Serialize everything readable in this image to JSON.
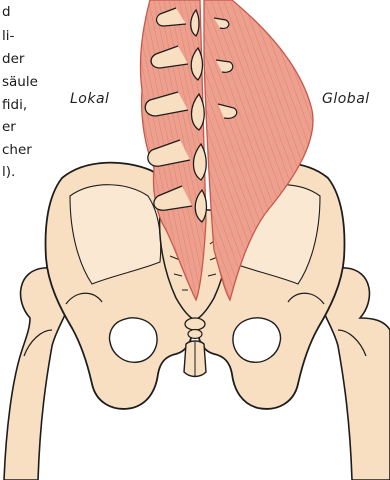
{
  "labels": {
    "local": "Lokal",
    "global": "Global"
  },
  "caption_fragments": [
    "d",
    "li-",
    "der",
    "säule",
    "fidi,",
    "er",
    "cher",
    "l)."
  ],
  "colors": {
    "bone_fill": "#f8dfc2",
    "bone_stroke": "#1d1d1d",
    "muscle_fill": "#eea08f",
    "muscle_stroke": "#c8574b",
    "background": "#ffffff"
  }
}
